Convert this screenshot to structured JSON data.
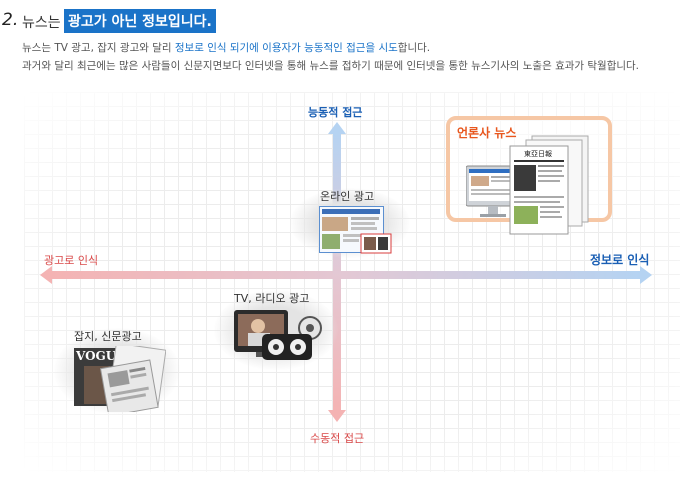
{
  "header": {
    "number": "2.",
    "title_prefix": "뉴스는",
    "title_highlight": "광고가 아닌 정보입니다.",
    "desc1_a": "뉴스는 TV 광고, 잡지 광고와 달리 ",
    "desc1_hl": "정보로 인식 되기에 이용자가 능동적인 접근을 시도",
    "desc1_b": "합니다.",
    "desc2": "과거와 달리 최근에는 많은 사람들이 신문지면보다 인터넷을 통해 뉴스를 접하기 때문에 인터넷을 통한 뉴스기사의 노출은 효과가 탁월합니다."
  },
  "diagram": {
    "axis_top": "능동적 접근",
    "axis_bottom": "수동적 접근",
    "axis_left": "광고로 인식",
    "axis_right": "정보로 인식",
    "items": {
      "online": "온라인 광고",
      "tv_radio": "TV, 라디오 광고",
      "magazine": "잡지, 신문광고",
      "press": "언론사 뉴스"
    }
  },
  "colors": {
    "blue": "#1a73c8",
    "red": "#d94848",
    "orange": "#e8571e",
    "press_border": "#f6c7a5"
  }
}
